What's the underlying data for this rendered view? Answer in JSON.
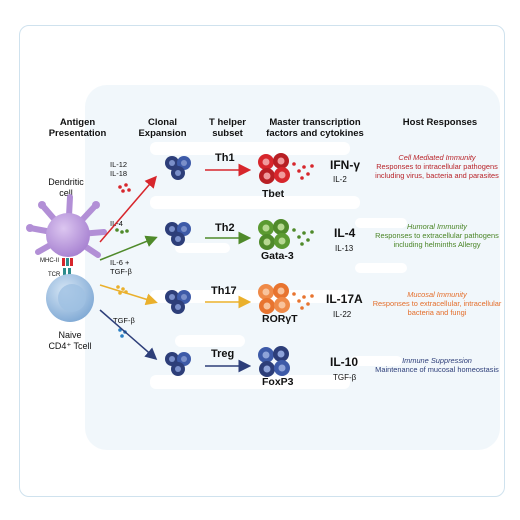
{
  "headers": {
    "antigen": "Antigen\nPresentation",
    "clonal": "Clonal\nExpansion",
    "subset": "T helper\nsubset",
    "master": "Master transcription\nfactors and cytokines",
    "host": "Host Responses"
  },
  "cells": {
    "dendritic": "Dendritic\ncell",
    "mhc": "MHC-II",
    "tcr": "TCR",
    "naive": "Naive\nCD4⁺ Tcell"
  },
  "polarizing": {
    "th1": "IL-12\nIL-18",
    "th2": "IL-4",
    "th17": "IL-6 +\nTGF-β",
    "treg": "TGF-β"
  },
  "rows": [
    {
      "subset": "Th1",
      "tf": "Tbet",
      "cyt_main": "IFN-γ",
      "cyt_sub": "IL-2",
      "host_title": "Cell Mediated Immunity",
      "host_desc": "Responses to intracellular pathogens including virus, bacteria and parasites",
      "color": "#d7262c"
    },
    {
      "subset": "Th2",
      "tf": "Gata-3",
      "cyt_main": "IL-4",
      "cyt_sub": "IL-13",
      "host_title": "Humoral Immunity",
      "host_desc": "Responses to extracellular pathogens including helminths Allergy",
      "color": "#4f8a2a"
    },
    {
      "subset": "Th17",
      "tf": "RORγT",
      "cyt_main": "IL-17A",
      "cyt_sub": "IL-22",
      "host_title": "Mucosal Immunity",
      "host_desc": "Responses to extracellular, intracellular bacteria and fungi",
      "color": "#e8742f"
    },
    {
      "subset": "Treg",
      "tf": "FoxP3",
      "cyt_main": "IL-10",
      "cyt_sub": "TGF-β",
      "host_title": "Immune Suppression",
      "host_desc": "Maintenance of mucosal homeostasis",
      "color": "#2d3e79"
    }
  ],
  "colors": {
    "th1": "#d7262c",
    "th2": "#4f8a2a",
    "th17": "#e8742f",
    "treg": "#2d3e79",
    "yellow_arrow": "#eab02c",
    "dc_purple": "#b894d8",
    "tcell_blue": "#8fb6dd"
  }
}
